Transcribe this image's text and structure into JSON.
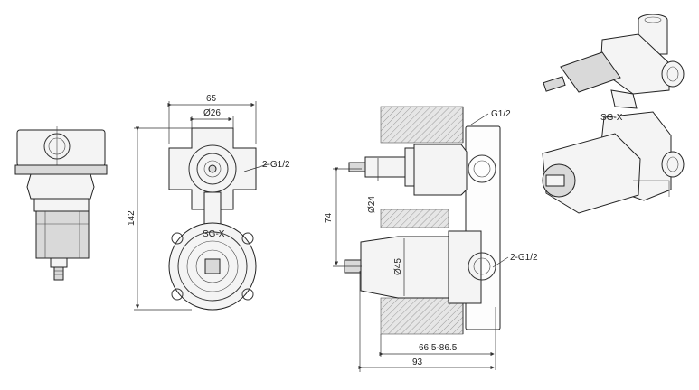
{
  "dimensions": {
    "width_65": "65",
    "dia_26": "Ø26",
    "thread_2g12_front": "2-G1/2",
    "height_142": "142",
    "thread_g12": "G1/2",
    "height_74": "74",
    "dia_24": "Ø24",
    "dia_45": "Ø45",
    "thread_2g12_side": "2-G1/2",
    "depth_range": "66.5-86.5",
    "depth_93": "93"
  },
  "markings": {
    "body_text_front": "SG-X",
    "body_text_iso": "SG-X"
  }
}
